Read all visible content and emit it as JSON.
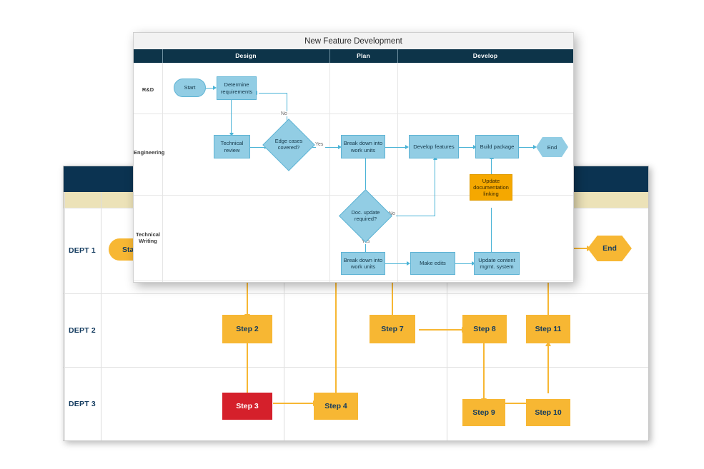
{
  "back_diagram": {
    "name": "department-swimlane-diagram",
    "header_color": "#0b3351",
    "subheader_color": "#ece2b8",
    "node_color": "#f7b733",
    "alert_color": "#d5202b",
    "lanes": [
      {
        "label": "DEPT 1"
      },
      {
        "label": "DEPT 2"
      },
      {
        "label": "DEPT 3"
      }
    ],
    "nodes": [
      {
        "id": "start",
        "label": "Start",
        "shape": "stadium",
        "lane": "DEPT 1",
        "color": "#f7b733"
      },
      {
        "id": "step2",
        "label": "Step 2",
        "shape": "rect",
        "lane": "DEPT 2",
        "color": "#f7b733"
      },
      {
        "id": "step3",
        "label": "Step 3",
        "shape": "rect",
        "lane": "DEPT 3",
        "color": "#d5202b"
      },
      {
        "id": "step4",
        "label": "Step 4",
        "shape": "rect",
        "lane": "DEPT 3",
        "color": "#f7b733"
      },
      {
        "id": "step7",
        "label": "Step 7",
        "shape": "rect",
        "lane": "DEPT 2",
        "color": "#f7b733"
      },
      {
        "id": "step8",
        "label": "Step 8",
        "shape": "rect",
        "lane": "DEPT 2",
        "color": "#f7b733"
      },
      {
        "id": "step9",
        "label": "Step 9",
        "shape": "rect",
        "lane": "DEPT 3",
        "color": "#f7b733"
      },
      {
        "id": "step10",
        "label": "Step 10",
        "shape": "rect",
        "lane": "DEPT 3",
        "color": "#f7b733"
      },
      {
        "id": "step11",
        "label": "Step 11",
        "shape": "rect",
        "lane": "DEPT 2",
        "color": "#f7b733"
      },
      {
        "id": "end",
        "label": "End",
        "shape": "hexagon",
        "lane": "DEPT 1",
        "color": "#f7b733"
      }
    ]
  },
  "front_panel": {
    "name": "new-feature-development-flowchart",
    "title": "New Feature Development",
    "header_color": "#0d3449",
    "node_color": "#92cde4",
    "highlight_color": "#f5a800",
    "columns": [
      {
        "label": "Design"
      },
      {
        "label": "Plan"
      },
      {
        "label": "Develop"
      }
    ],
    "lanes": [
      {
        "label": "R&D"
      },
      {
        "label": "Engineering"
      },
      {
        "label": "Technical Writing",
        "line1": "Technical",
        "line2": "Writing"
      }
    ],
    "nodes": [
      {
        "id": "start",
        "label": "Start",
        "shape": "stadium",
        "lane": "R&D",
        "column": "Design"
      },
      {
        "id": "determine-requirements",
        "label": "Determine requirements",
        "shape": "rect",
        "lane": "R&D",
        "column": "Design"
      },
      {
        "id": "technical-review",
        "label": "Technical review",
        "shape": "rect",
        "lane": "Engineering",
        "column": "Design"
      },
      {
        "id": "edge-cases-covered",
        "label": "Edge cases covered?",
        "shape": "diamond",
        "lane": "Engineering",
        "column": "Design"
      },
      {
        "id": "break-down-work-units-eng",
        "label": "Break down into work units",
        "shape": "rect",
        "lane": "Engineering",
        "column": "Plan"
      },
      {
        "id": "develop-features",
        "label": "Develop features",
        "shape": "rect",
        "lane": "Engineering",
        "column": "Develop"
      },
      {
        "id": "build-package",
        "label": "Build package",
        "shape": "rect",
        "lane": "Engineering",
        "column": "Develop"
      },
      {
        "id": "end",
        "label": "End",
        "shape": "hexagon",
        "lane": "Engineering",
        "column": "Develop"
      },
      {
        "id": "update-documentation-linking",
        "label": "Update documentation linking",
        "shape": "rect",
        "lane": "Engineering",
        "column": "Develop",
        "color": "#f5a800"
      },
      {
        "id": "doc-update-required",
        "label": "Doc. update required?",
        "shape": "diamond",
        "lane": "Technical Writing",
        "column": "Plan"
      },
      {
        "id": "break-down-work-units-tw",
        "label": "Break down into work units",
        "shape": "rect",
        "lane": "Technical Writing",
        "column": "Plan"
      },
      {
        "id": "make-edits",
        "label": "Make edits",
        "shape": "rect",
        "lane": "Technical Writing",
        "column": "Develop"
      },
      {
        "id": "update-content-mgmt",
        "label": "Update content mgmt. system",
        "shape": "rect",
        "lane": "Technical Writing",
        "column": "Develop"
      }
    ],
    "edge_labels": {
      "no_edge_cases": "No",
      "yes_edge_cases": "Yes",
      "no_doc_update": "No",
      "yes_doc_update": "Yes"
    },
    "node_text": {
      "start": "Start",
      "determine_l1": "Determine",
      "determine_l2": "requirements",
      "tech_review_l1": "Technical",
      "tech_review_l2": "review",
      "edge_cases_l1": "Edge cases",
      "edge_cases_l2": "covered?",
      "break_eng_l1": "Break down into",
      "break_eng_l2": "work units",
      "develop_features": "Develop features",
      "build_package": "Build package",
      "end": "End",
      "update_doc_l1": "Update",
      "update_doc_l2": "documentation",
      "update_doc_l3": "linking",
      "doc_update_l1": "Doc. update",
      "doc_update_l2": "required?",
      "break_tw_l1": "Break down into",
      "break_tw_l2": "work units",
      "make_edits": "Make edits",
      "update_content_l1": "Update content",
      "update_content_l2": "mgmt. system"
    }
  }
}
